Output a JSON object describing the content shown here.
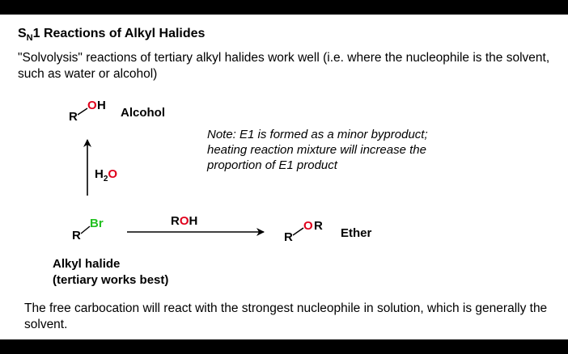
{
  "title": {
    "s": "S",
    "sub": "N",
    "rest": "1 Reactions of Alkyl Halides"
  },
  "intro": "\"Solvolysis\" reactions of tertiary alkyl halides work well (i.e. where the nucleophile is the solvent, such as water or alcohol)",
  "note": {
    "line1": "Note: E1 is formed as a minor byproduct;",
    "line2": "heating reaction mixture will increase the",
    "line3": "proportion of E1 product"
  },
  "alcohol": {
    "r": "R",
    "oh": "OH",
    "label": "Alcohol"
  },
  "water_reagent": {
    "h": "H",
    "sub": "2",
    "o": "O"
  },
  "alkyl_halide": {
    "r": "R",
    "br": "Br",
    "label_line1": "Alkyl halide",
    "label_line2": "(tertiary works best)"
  },
  "roh_reagent": {
    "r": "R",
    "oh": "OH"
  },
  "ether": {
    "r": "R",
    "o": "O",
    "r2": "R",
    "label": "Ether"
  },
  "bottom_text": "The free carbocation will react with the strongest nucleophile in solution, which is generally the solvent.",
  "colors": {
    "oxygen": "#e0001b",
    "bromine": "#22c020",
    "text": "#000000",
    "frame": "#000000"
  }
}
